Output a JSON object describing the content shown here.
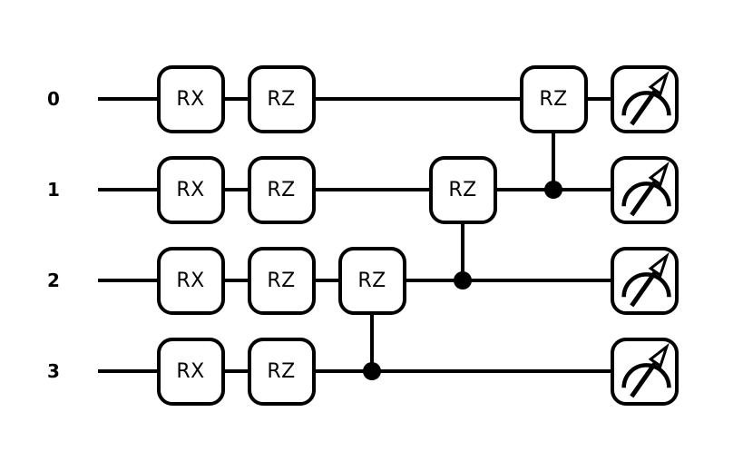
{
  "figure": {
    "type": "quantum-circuit-diagram",
    "background_color": "#ffffff",
    "wire_color": "#000000",
    "gate_border_color": "#000000",
    "gate_fill_color": "#ffffff",
    "text_color": "#000000"
  },
  "circuit": {
    "num_wires": 4,
    "wires": [
      {
        "label": "0"
      },
      {
        "label": "1"
      },
      {
        "label": "2"
      },
      {
        "label": "3"
      }
    ],
    "gates": [
      {
        "label": "RX",
        "wire": 0,
        "col": 0
      },
      {
        "label": "RX",
        "wire": 1,
        "col": 0
      },
      {
        "label": "RX",
        "wire": 2,
        "col": 0
      },
      {
        "label": "RX",
        "wire": 3,
        "col": 0
      },
      {
        "label": "RZ",
        "wire": 0,
        "col": 1
      },
      {
        "label": "RZ",
        "wire": 1,
        "col": 1
      },
      {
        "label": "RZ",
        "wire": 2,
        "col": 1
      },
      {
        "label": "RZ",
        "wire": 3,
        "col": 1
      },
      {
        "label": "RZ",
        "wire": 2,
        "col": 2,
        "controlled_by": 3
      },
      {
        "label": "RZ",
        "wire": 1,
        "col": 3,
        "controlled_by": 2
      },
      {
        "label": "RZ",
        "wire": 0,
        "col": 4,
        "controlled_by": 1
      }
    ],
    "controls": [
      {
        "col": 2,
        "target_wire": 2,
        "control_wire": 3
      },
      {
        "col": 3,
        "target_wire": 1,
        "control_wire": 2
      },
      {
        "col": 4,
        "target_wire": 0,
        "control_wire": 1
      }
    ],
    "measurements": [
      {
        "wire": 0
      },
      {
        "wire": 1
      },
      {
        "wire": 2
      },
      {
        "wire": 3
      }
    ],
    "icons": {
      "measurement": "gauge-arrow-icon"
    }
  }
}
